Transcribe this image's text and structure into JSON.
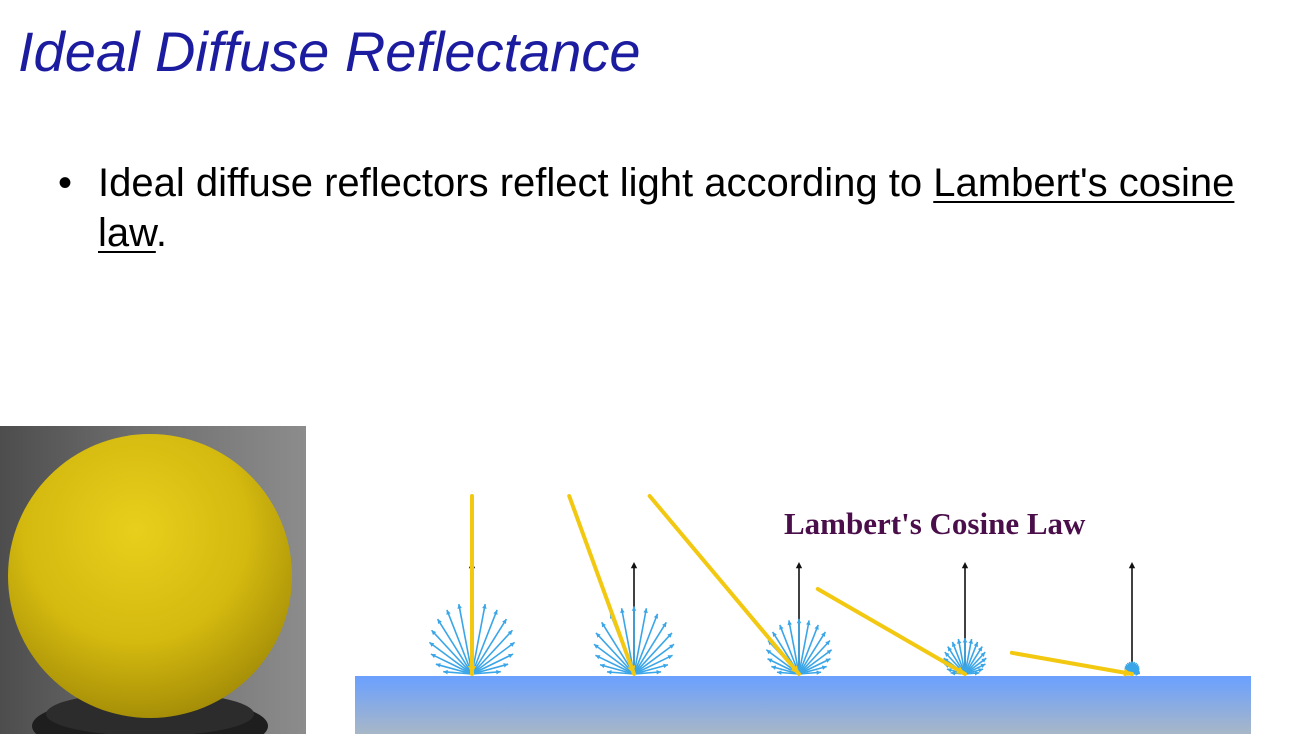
{
  "slide": {
    "title": "Ideal Diffuse Reflectance",
    "bullet_symbol": "•",
    "bullet": {
      "text_before_link": "Ideal diffuse reflectors reflect light according to ",
      "link_text": "Lambert's cosine law",
      "text_after_link": "."
    }
  },
  "photo": {
    "subject": "yellow matte ball on dark stand",
    "colors": {
      "ball": "#d6bd10",
      "ball_shadow": "#b8a00a",
      "background": "#6e6e6e",
      "stand": "#222222"
    }
  },
  "diagram": {
    "title": "Lambert's Cosine Law",
    "incidence_angles_deg": [
      0,
      20,
      40,
      60,
      80
    ],
    "colors": {
      "incident_ray": "#f2c811",
      "reflected_ray": "#3aa6e8",
      "normal": "#111111",
      "surface_top": "#6aa0ff",
      "surface_bottom": "#a8b7c7",
      "title": "#4a0f4a"
    }
  }
}
